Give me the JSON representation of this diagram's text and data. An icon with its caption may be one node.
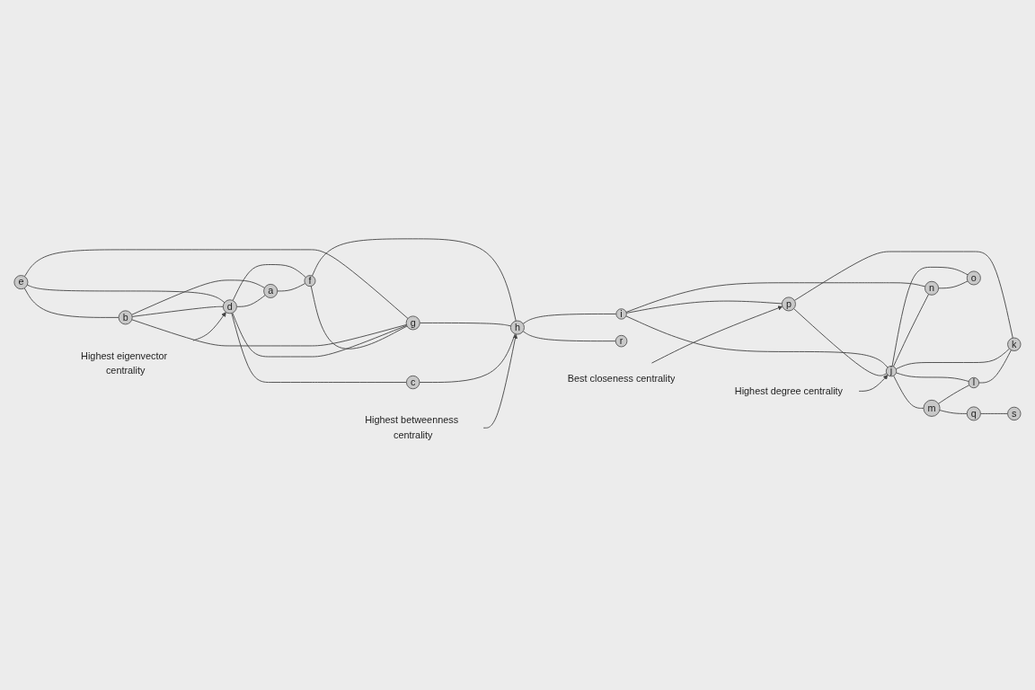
{
  "diagram": {
    "nodes": [
      {
        "text": [
          "a"
        ]
      },
      {
        "text": [
          "b"
        ]
      },
      {
        "text": [
          "c"
        ]
      },
      {
        "text": [
          "d"
        ]
      },
      {
        "text": [
          "e"
        ]
      },
      {
        "text": [
          "f"
        ]
      },
      {
        "text": [
          "g"
        ]
      },
      {
        "text": [
          "h"
        ]
      },
      {
        "text": [
          "i"
        ]
      },
      {
        "text": [
          "j"
        ]
      },
      {
        "text": [
          "k"
        ]
      },
      {
        "text": [
          "l"
        ]
      },
      {
        "text": [
          "m"
        ]
      },
      {
        "text": [
          "n"
        ]
      },
      {
        "text": [
          "o"
        ]
      },
      {
        "text": [
          "p"
        ]
      },
      {
        "text": [
          "q"
        ]
      },
      {
        "text": [
          "r"
        ]
      },
      {
        "text": [
          "s"
        ]
      },
      {
        "text": [
          "Highest eigenvector centrality"
        ]
      },
      {
        "text": [
          "Highest betweenness centrality"
        ]
      },
      {
        "text": [
          "Best closeness centrality"
        ]
      },
      {
        "text": [
          "Highest degree centrality"
        ]
      }
    ],
    "edges": [
      {
        "from": 4,
        "to": 1,
        "arrow": "none"
      },
      {
        "from": 4,
        "to": 3,
        "arrow": "none"
      },
      {
        "from": 4,
        "to": 6,
        "arrow": "none"
      },
      {
        "from": 1,
        "to": 3,
        "arrow": "none"
      },
      {
        "from": 1,
        "to": 6,
        "arrow": "none"
      },
      {
        "from": 1,
        "to": 0,
        "arrow": "none"
      },
      {
        "from": 3,
        "to": 6,
        "arrow": "none"
      },
      {
        "from": 3,
        "to": 0,
        "arrow": "none"
      },
      {
        "from": 3,
        "to": 5,
        "arrow": "none"
      },
      {
        "from": 3,
        "to": 2,
        "arrow": "none"
      },
      {
        "from": 0,
        "to": 5,
        "arrow": "none"
      },
      {
        "from": 5,
        "to": 6,
        "arrow": "none"
      },
      {
        "from": 5,
        "to": 7,
        "arrow": "none"
      },
      {
        "from": 6,
        "to": 7,
        "arrow": "none"
      },
      {
        "from": 2,
        "to": 7,
        "arrow": "none"
      },
      {
        "from": 7,
        "to": 17,
        "arrow": "none"
      },
      {
        "from": 7,
        "to": 8,
        "arrow": "none"
      },
      {
        "from": 8,
        "to": 15,
        "arrow": "none"
      },
      {
        "from": 8,
        "to": 9,
        "arrow": "none"
      },
      {
        "from": 8,
        "to": 13,
        "arrow": "none"
      },
      {
        "from": 15,
        "to": 9,
        "arrow": "none"
      },
      {
        "from": 15,
        "to": 10,
        "arrow": "none"
      },
      {
        "from": 9,
        "to": 13,
        "arrow": "none"
      },
      {
        "from": 9,
        "to": 14,
        "arrow": "none"
      },
      {
        "from": 9,
        "to": 12,
        "arrow": "none"
      },
      {
        "from": 9,
        "to": 11,
        "arrow": "none"
      },
      {
        "from": 9,
        "to": 10,
        "arrow": "none"
      },
      {
        "from": 13,
        "to": 14,
        "arrow": "none"
      },
      {
        "from": 12,
        "to": 11,
        "arrow": "none"
      },
      {
        "from": 11,
        "to": 10,
        "arrow": "none"
      },
      {
        "from": 12,
        "to": 16,
        "arrow": "none"
      },
      {
        "from": 16,
        "to": 18,
        "arrow": "none"
      },
      {
        "from": 19,
        "to": 3,
        "arrow": "to"
      },
      {
        "from": 20,
        "to": 7,
        "arrow": "to"
      },
      {
        "from": 21,
        "to": 15,
        "arrow": "to"
      },
      {
        "from": 22,
        "to": 9,
        "arrow": "to"
      }
    ]
  }
}
